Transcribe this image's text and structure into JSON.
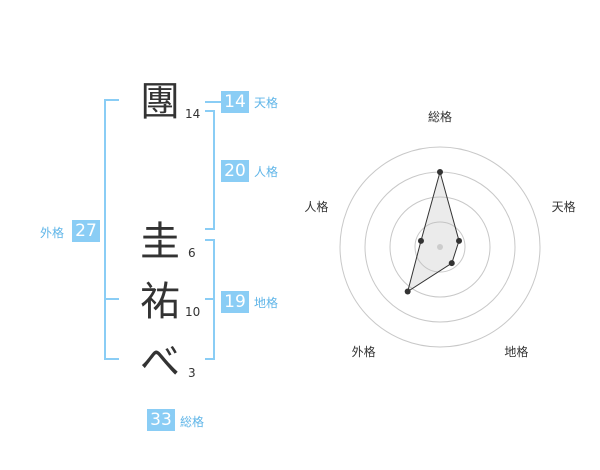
{
  "name": {
    "chars": [
      {
        "char": "團",
        "strokes": "14"
      },
      {
        "char": "圭",
        "strokes": "6"
      },
      {
        "char": "祐",
        "strokes": "10"
      },
      {
        "char": "べ",
        "strokes": "3"
      }
    ]
  },
  "fortune": {
    "tenkaku": {
      "label": "天格",
      "value": "14"
    },
    "jinkaku": {
      "label": "人格",
      "value": "20"
    },
    "chikaku": {
      "label": "地格",
      "value": "19"
    },
    "gaikaku": {
      "label": "外格",
      "value": "27"
    },
    "soukaku": {
      "label": "総格",
      "value": "33"
    }
  },
  "colors": {
    "accent": "#8acdf5",
    "label": "#5fb5e8",
    "text": "#333333"
  },
  "chart_data": {
    "type": "radar",
    "axes": [
      "総格",
      "天格",
      "地格",
      "外格",
      "人格"
    ],
    "values": [
      0.75,
      0.2,
      0.2,
      0.55,
      0.2
    ],
    "rings": 4
  }
}
